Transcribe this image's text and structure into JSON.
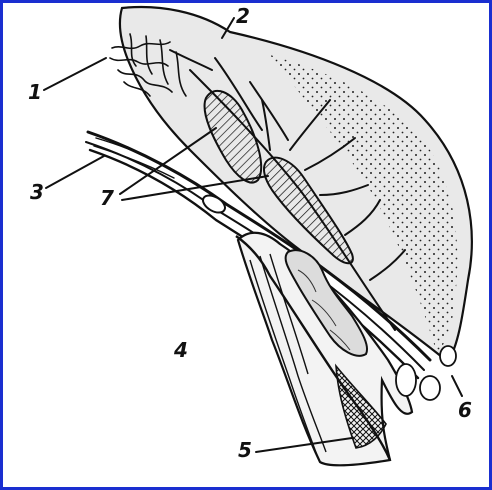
{
  "figure": {
    "colors": {
      "frame": "#1a2fd0",
      "ink": "#111111",
      "fill_gray": "#e9e9e9",
      "paper": "#ffffff"
    },
    "labels": [
      {
        "id": "label-1",
        "text": "1"
      },
      {
        "id": "label-2",
        "text": "2"
      },
      {
        "id": "label-3",
        "text": "3"
      },
      {
        "id": "label-4",
        "text": "4"
      },
      {
        "id": "label-5",
        "text": "5"
      },
      {
        "id": "label-6",
        "text": "6"
      },
      {
        "id": "label-7",
        "text": "7"
      }
    ]
  }
}
